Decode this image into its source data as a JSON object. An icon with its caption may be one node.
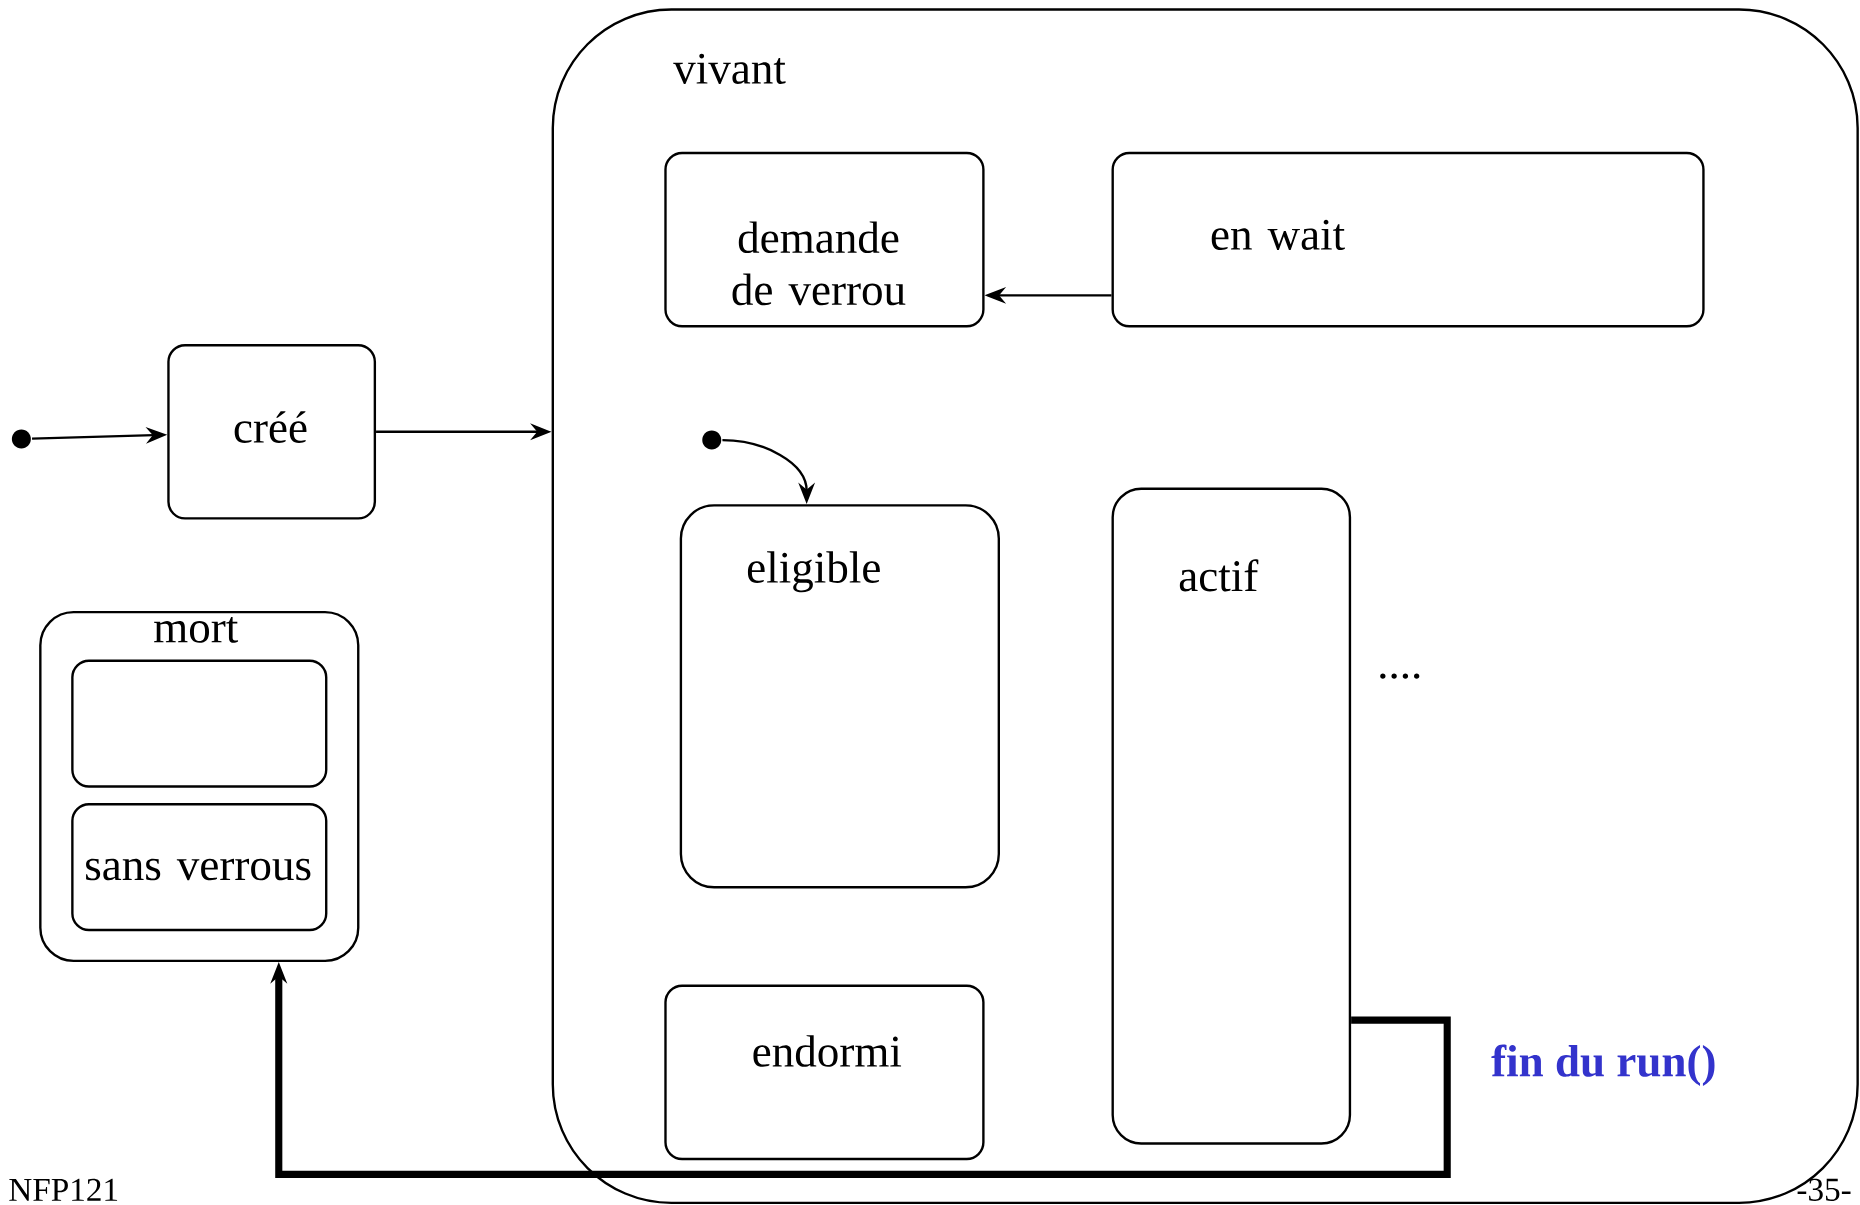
{
  "diagram": {
    "nodes": [
      {
        "text": [],
        "shape": "circle"
      },
      {
        "text": [
          "créé"
        ]
      },
      {
        "text": [
          "vivant"
        ]
      },
      {
        "text": [
          "demande de verrou"
        ],
        "in": 2
      },
      {
        "text": [
          "en wait"
        ],
        "in": 2
      },
      {
        "text": [],
        "shape": "circle",
        "in": 2
      },
      {
        "text": [
          "eligible"
        ],
        "in": 2
      },
      {
        "text": [
          "actif"
        ],
        "in": 2
      },
      {
        "text": [
          "endormi"
        ],
        "in": 2
      },
      {
        "text": [
          "mort"
        ]
      },
      {
        "text": [],
        "shape": "box",
        "in": 9
      },
      {
        "text": [
          "sans verrous"
        ],
        "in": 9
      }
    ],
    "edges": [
      {
        "from": 0,
        "to": 1,
        "arrow": "to"
      },
      {
        "from": 1,
        "to": 2,
        "arrow": "to"
      },
      {
        "from": 4,
        "to": 3,
        "arrow": "to"
      },
      {
        "from": 5,
        "to": 6,
        "arrow": "to"
      },
      {
        "from": 7,
        "to": 9,
        "arrow": "to",
        "style": "thick",
        "label": "fin du run()"
      }
    ],
    "labels": [
      "....",
      "NFP121",
      "-35-"
    ]
  }
}
